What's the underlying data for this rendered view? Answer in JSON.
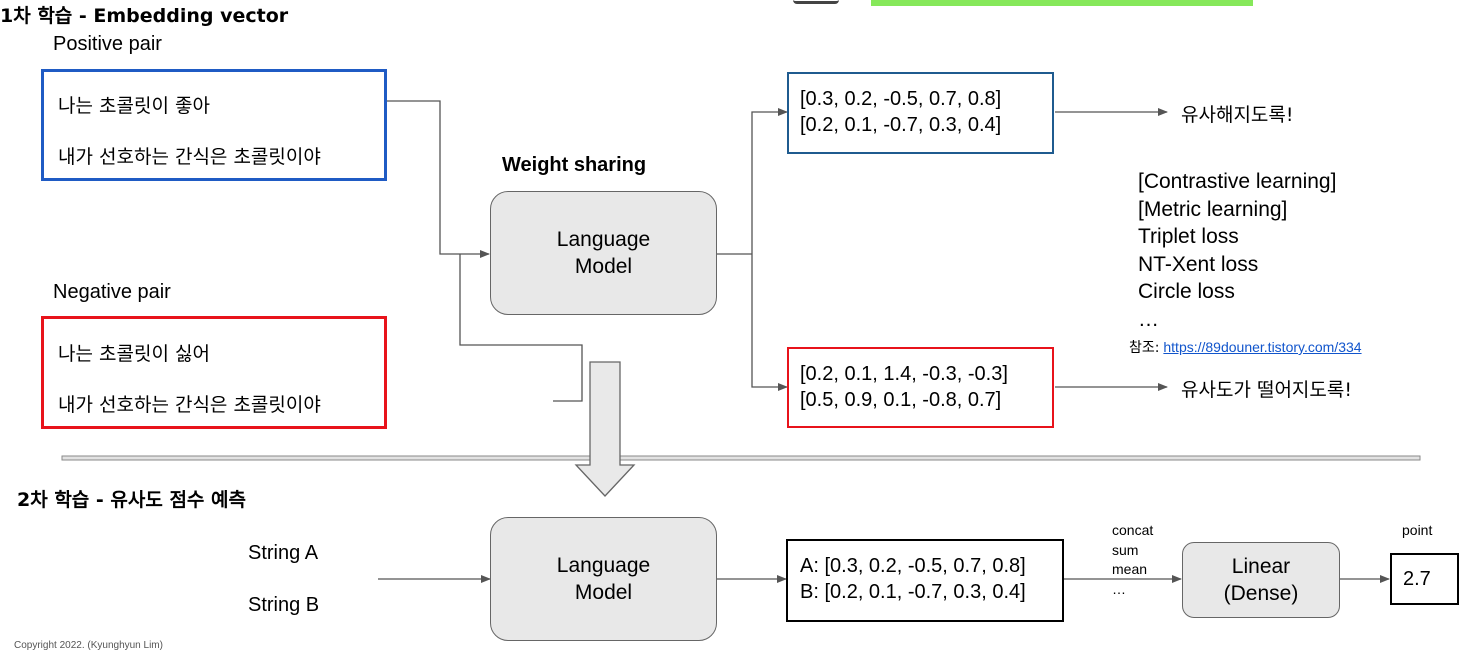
{
  "colors": {
    "positive_border": "#1f5bc4",
    "negative_border": "#e8131b",
    "lm_fill": "#e8e8e8",
    "highlight": "#86e85a"
  },
  "stage1": {
    "title": "1차 학습 - Embedding vector",
    "positive_label": "Positive pair",
    "positive_sentences": [
      "나는 초콜릿이 좋아",
      "내가 선호하는 간식은 초콜릿이야"
    ],
    "negative_label": "Negative pair",
    "negative_sentences": [
      "나는 초콜릿이 싫어",
      "내가 선호하는 간식은 초콜릿이야"
    ],
    "weight_sharing": "Weight sharing",
    "model_line1": "Language",
    "model_line2": "Model",
    "pos_vectors": [
      "[0.3, 0.2, -0.5, 0.7, 0.8]",
      "[0.2, 0.1, -0.7, 0.3, 0.4]"
    ],
    "neg_vectors": [
      "[0.2, 0.1, 1.4, -0.3, -0.3]",
      "[0.5, 0.9, 0.1, -0.8, 0.7]"
    ],
    "pos_result": "유사해지도록!",
    "neg_result": "유사도가 떨어지도록!",
    "methods": [
      "[Contrastive learning]",
      "[Metric learning]",
      "Triplet loss",
      "NT-Xent loss",
      "Circle loss",
      "…"
    ],
    "reference_label": "참조:",
    "reference_link": "https://89douner.tistory.com/334"
  },
  "stage2": {
    "title": "2차 학습 - 유사도 점수 예측",
    "string_a": "String A",
    "string_b": "String B",
    "model_line1": "Language",
    "model_line2": "Model",
    "vectors": [
      "A: [0.3, 0.2, -0.5, 0.7, 0.8]",
      "B: [0.2, 0.1, -0.7, 0.3, 0.4]"
    ],
    "ops": [
      "concat",
      "sum",
      "mean",
      "…"
    ],
    "linear_line1": "Linear",
    "linear_line2": "(Dense)",
    "point_label": "point",
    "point_value": "2.7"
  },
  "footer": {
    "copyright": "Copyright 2022. (Kyunghyun Lim)"
  }
}
